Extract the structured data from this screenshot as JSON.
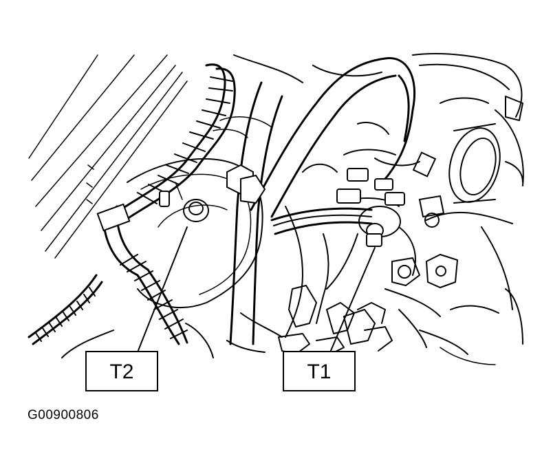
{
  "callouts": [
    {
      "id": "T1",
      "label": "T1"
    },
    {
      "id": "T2",
      "label": "T2"
    }
  ],
  "figure_id": "G00900806",
  "colors": {
    "line": "#000000",
    "background": "#ffffff"
  }
}
